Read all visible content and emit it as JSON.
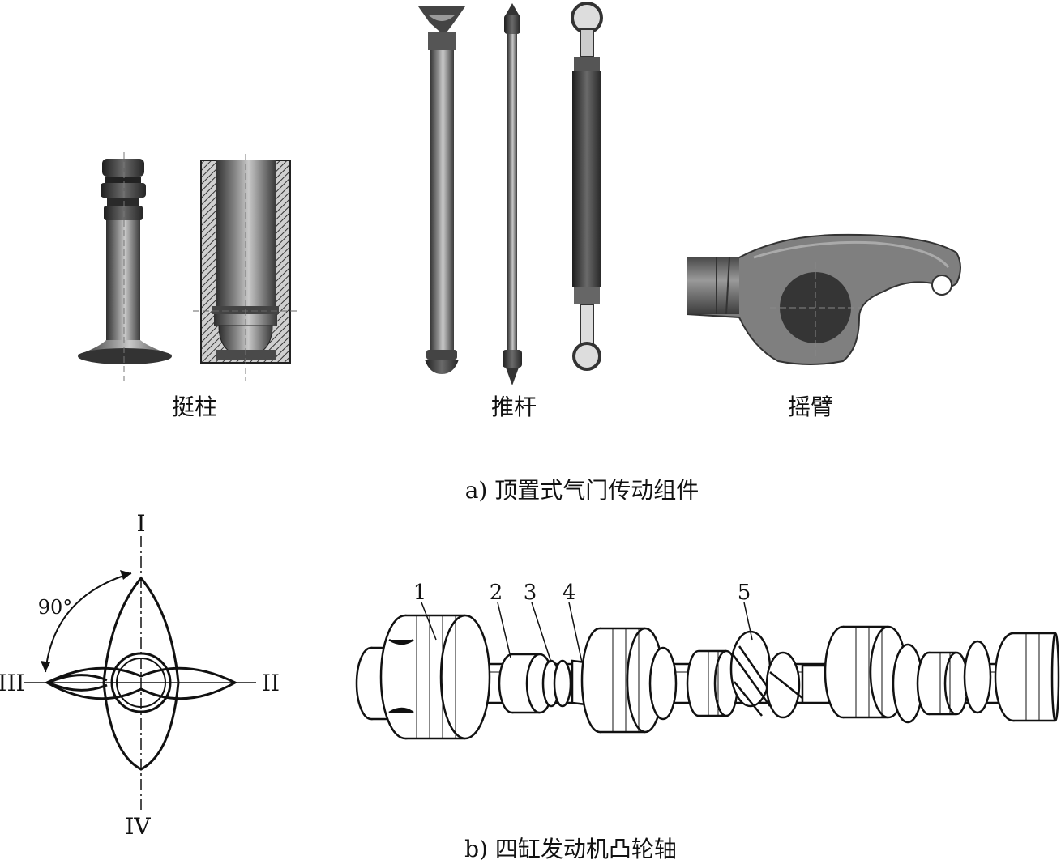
{
  "part_a": {
    "tappet_label": "挺柱",
    "pushrod_label": "推杆",
    "rocker_label": "摇臂",
    "caption": "a) 顶置式气门传动组件"
  },
  "part_b": {
    "angle_label": "90°",
    "axis_labels": {
      "top": "I",
      "right": "II",
      "left": "III",
      "bottom": "IV"
    },
    "callouts": [
      "1",
      "2",
      "3",
      "4",
      "5"
    ],
    "caption": "b) 四缸发动机凸轮轴"
  },
  "colors": {
    "ink": "#111111",
    "dark_metal": "#3a3a3a",
    "mid_metal": "#7a7a7a",
    "light_metal": "#bdbdbd"
  }
}
